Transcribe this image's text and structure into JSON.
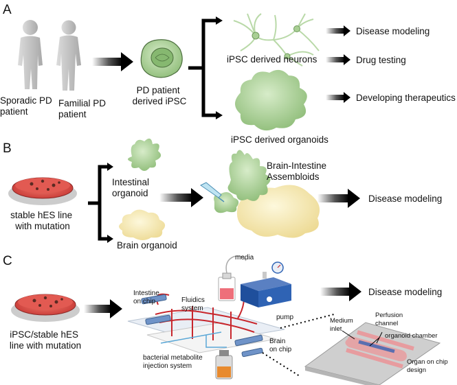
{
  "panels": {
    "a": {
      "letter": "A",
      "sporadic": [
        "Sporadic PD",
        "patient"
      ],
      "familial": [
        "Familial PD",
        "patient"
      ],
      "ipsc": [
        "PD patient",
        "derived iPSC"
      ],
      "neurons": "iPSC derived neurons",
      "organoids": "iPSC derived organoids",
      "outcomes": [
        "Disease modeling",
        "Drug testing",
        "Developing therapeutics"
      ]
    },
    "b": {
      "letter": "B",
      "hes": [
        "stable hES line",
        "with mutation"
      ],
      "intestinal": [
        "Intestinal",
        "organoid"
      ],
      "brain": "Brain organoid",
      "assembloids": [
        "Brain-Intestine",
        "Assembloids"
      ],
      "outcome": "Disease modeling"
    },
    "c": {
      "letter": "C",
      "ipsc_hes": [
        "iPSC/stable hES",
        "line with mutation"
      ],
      "media": "media",
      "intestine_chip": [
        "Intestine",
        "on chip"
      ],
      "fluidics": [
        "Fluidics",
        "system"
      ],
      "pump": "pump",
      "brain_chip": [
        "Brain",
        "on chip"
      ],
      "bacterial": [
        "bacterial metabolite",
        "injection system"
      ],
      "outcome": "Disease modeling",
      "medium_inlet": [
        "Medium",
        "inlet"
      ],
      "perfusion": [
        "Perfusion",
        "channel"
      ],
      "organoid_chamber": "organoid chamber",
      "design": [
        "Organ on chip",
        "design"
      ]
    }
  },
  "colors": {
    "organoid_green": "#a9cf94",
    "brain_yellow": "#f6eab0",
    "petri_red": "#d84a4a",
    "pump_blue": "#1f4f9c",
    "chip_blue": "#6f93c8",
    "tubing_red": "#c8262c"
  }
}
